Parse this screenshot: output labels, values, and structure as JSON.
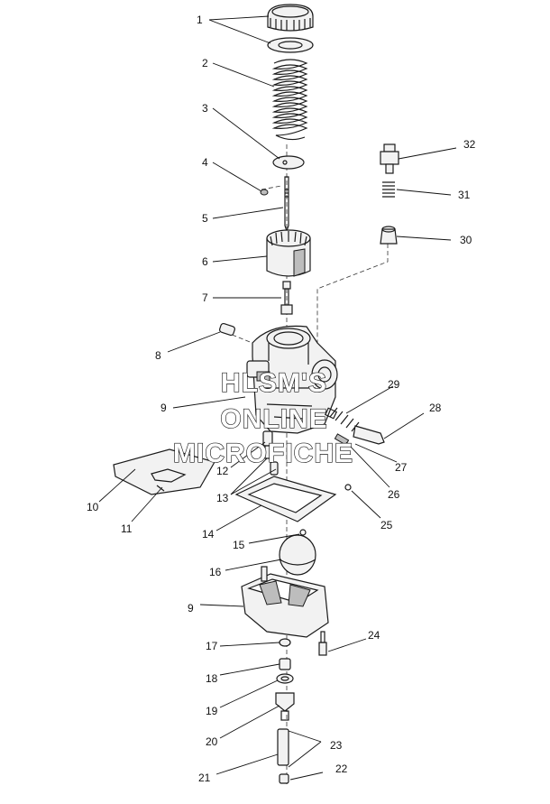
{
  "diagram": {
    "callouts": [
      {
        "id": "1",
        "text": "1"
      },
      {
        "id": "2",
        "text": "2"
      },
      {
        "id": "3",
        "text": "3"
      },
      {
        "id": "4",
        "text": "4"
      },
      {
        "id": "5",
        "text": "5"
      },
      {
        "id": "6",
        "text": "6"
      },
      {
        "id": "7",
        "text": "7"
      },
      {
        "id": "8",
        "text": "8"
      },
      {
        "id": "9a",
        "text": "9"
      },
      {
        "id": "10",
        "text": "10"
      },
      {
        "id": "11",
        "text": "11"
      },
      {
        "id": "12",
        "text": "12"
      },
      {
        "id": "13",
        "text": "13"
      },
      {
        "id": "14",
        "text": "14"
      },
      {
        "id": "15",
        "text": "15"
      },
      {
        "id": "16",
        "text": "16"
      },
      {
        "id": "9b",
        "text": "9"
      },
      {
        "id": "17",
        "text": "17"
      },
      {
        "id": "18",
        "text": "18"
      },
      {
        "id": "19",
        "text": "19"
      },
      {
        "id": "20",
        "text": "20"
      },
      {
        "id": "21",
        "text": "21"
      },
      {
        "id": "22",
        "text": "22"
      },
      {
        "id": "23",
        "text": "23"
      },
      {
        "id": "24",
        "text": "24"
      },
      {
        "id": "25",
        "text": "25"
      },
      {
        "id": "26",
        "text": "26"
      },
      {
        "id": "27",
        "text": "27"
      },
      {
        "id": "28",
        "text": "28"
      },
      {
        "id": "29",
        "text": "29"
      },
      {
        "id": "30",
        "text": "30"
      },
      {
        "id": "31",
        "text": "31"
      },
      {
        "id": "32",
        "text": "32"
      }
    ],
    "watermark": {
      "line1": "HLSM'S",
      "line2": "ONLINE",
      "line3": "MICROFICHE"
    }
  }
}
